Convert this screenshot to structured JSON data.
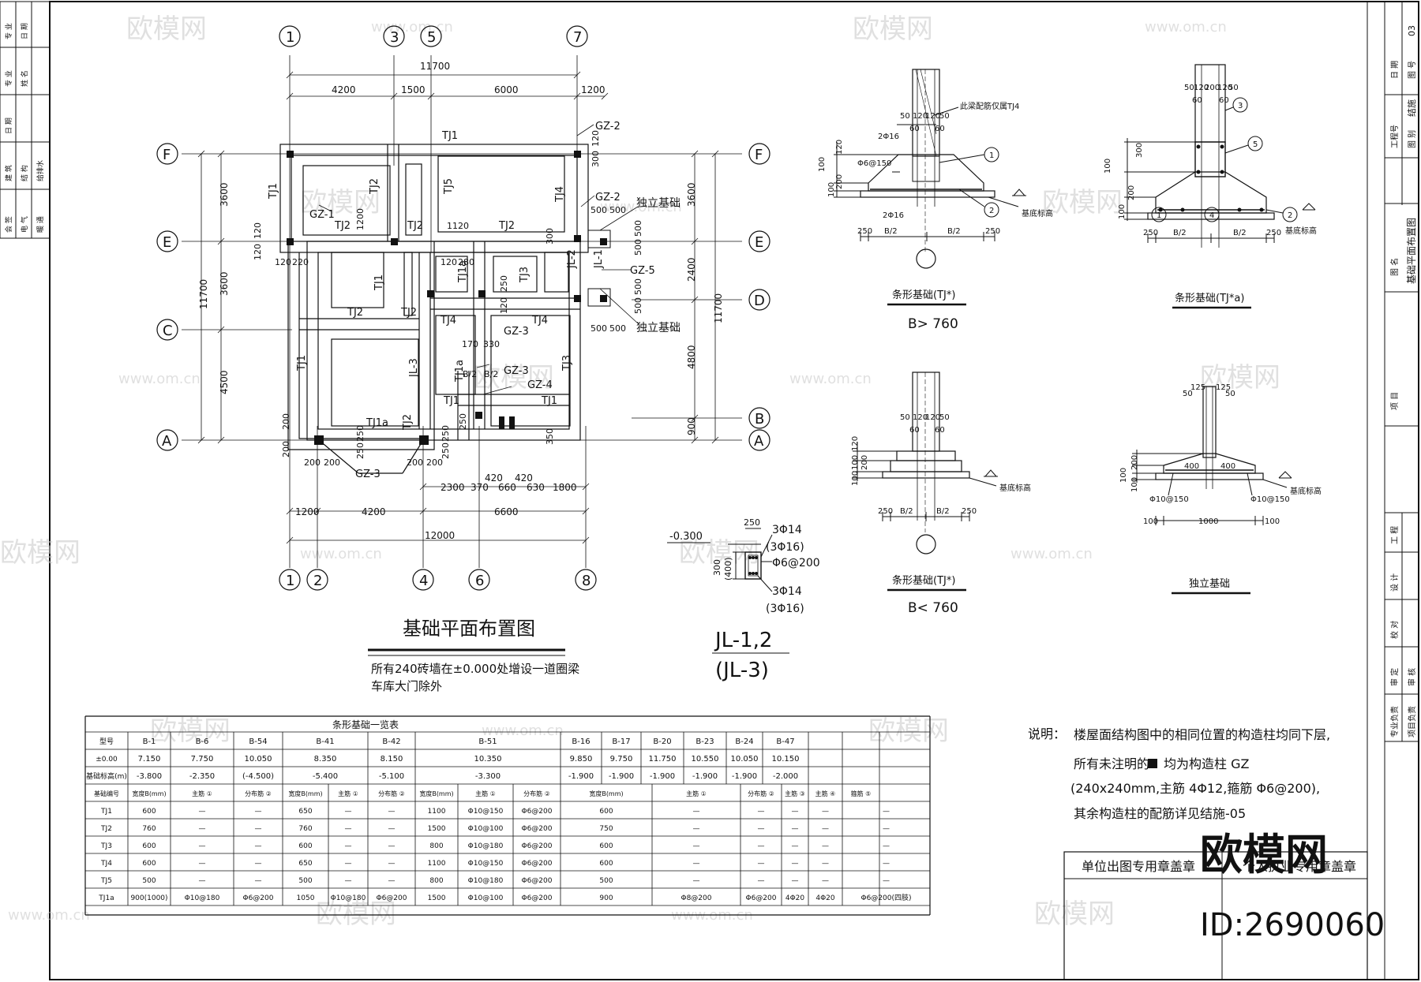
{
  "plan": {
    "title": "基础平面布置图",
    "note1": "所有240砖墙在±0.000处增设一道圈梁",
    "note2": "车库大门除外",
    "axes_top": [
      "1",
      "3",
      "5",
      "7"
    ],
    "axes_bottom": [
      "1",
      "2",
      "4",
      "6",
      "8"
    ],
    "axes_left": [
      "F",
      "E",
      "C",
      "A"
    ],
    "axes_right": [
      "F",
      "E",
      "D",
      "B",
      "A"
    ],
    "dims_top_total": "11700",
    "dims_top": [
      "4200",
      "1500",
      "6000",
      "1200"
    ],
    "dims_left": [
      "3600",
      "3600",
      "4500"
    ],
    "dims_left_total": "11700",
    "dims_right": [
      "3600",
      "2400",
      "4800",
      "900"
    ],
    "dims_right_total": "11700",
    "dims_bottom_1": [
      "2300",
      "370",
      "660",
      "630",
      "1800"
    ],
    "dims_bottom_1b": [
      "420",
      "420"
    ],
    "dims_bottom_2": [
      "1200",
      "4200",
      "6600"
    ],
    "dims_bottom_total": "12000",
    "small_dims": [
      "120",
      "120",
      "120",
      "220",
      "1200",
      "1120",
      "120",
      "280",
      "250",
      "300",
      "120",
      "170",
      "330",
      "250",
      "350",
      "200",
      "200",
      "200",
      "200",
      "250",
      "250",
      "200",
      "200",
      "300",
      "120",
      "500",
      "500",
      "500",
      "500",
      "500",
      "500",
      "500",
      "500",
      "120",
      "200",
      "200",
      "B/2",
      "B/2"
    ],
    "labels": [
      "TJ1",
      "TJ1",
      "TJ2",
      "TJ5",
      "TJ4",
      "TJ2",
      "TJ2",
      "TJ2",
      "TJ1",
      "TJ2",
      "TJ1a",
      "TJ3",
      "TJ2",
      "TJ4",
      "TJ4",
      "TJ1a",
      "TJ1",
      "TJ1",
      "TJ3",
      "TJ1a",
      "TJ2",
      "TJ1",
      "JL-3",
      "JL-2",
      "JL-1",
      "GZ-1",
      "GZ-2",
      "GZ-2",
      "GZ-5",
      "GZ-3",
      "GZ-3",
      "GZ-4",
      "GZ-3",
      "GZ-3"
    ],
    "independent_foundation": "独立基础"
  },
  "section_jl": {
    "elev": "-0.300",
    "w": "250",
    "h1": "300",
    "h2": "(400)",
    "r1": "3Φ14",
    "r1b": "(3Φ16)",
    "stirrup": "Φ6@200",
    "r2": "3Φ14",
    "r2b": "(3Φ16)",
    "title1": "JL-1,2",
    "title2": "(JL-3)"
  },
  "details": {
    "d1": {
      "title": "条形基础(TJ*)",
      "cond": "B> 760",
      "bars": [
        "50",
        "120",
        "120",
        "50",
        "60",
        "60"
      ],
      "note": "此梁配筋仅属TJ4",
      "r1": "2Φ16",
      "r2": "Φ6@150",
      "r3": "2Φ16",
      "lv": [
        "120",
        "100",
        "100",
        "200",
        "100"
      ],
      "base": "基底标高",
      "circ": [
        "1",
        "2"
      ]
    },
    "d2": {
      "title": "条形基础(TJ*a)",
      "bars": [
        "50",
        "120",
        "200",
        "120",
        "50"
      ],
      "b60": [
        "60",
        "60"
      ],
      "lv": [
        "300",
        "100",
        "100",
        "200",
        "100"
      ],
      "base": "基底标高",
      "circ": [
        "3",
        "5",
        "1",
        "4",
        "2"
      ]
    },
    "d3": {
      "title": "条形基础(TJ*)",
      "cond": "B< 760",
      "bars": [
        "50",
        "120",
        "120",
        "50",
        "60",
        "60"
      ],
      "lv": [
        "120",
        "100",
        "200",
        "100"
      ],
      "base": "基底标高"
    },
    "d4": {
      "title": "独立基础",
      "bars": [
        "125",
        "125",
        "50",
        "50",
        "400",
        "400"
      ],
      "lv": [
        "100",
        "200",
        "100"
      ],
      "base": "基底标高",
      "r1": "Φ10@150",
      "r2": "Φ10@150",
      "bot": [
        "100",
        "1000",
        "100"
      ]
    },
    "half": "B/2"
  },
  "notes": {
    "label": "说明：",
    "l1": "楼屋面结构图中的相同位置的构造柱均同下层,",
    "l2a": "所有未注明的",
    "l2b": "均为构造柱 GZ",
    "l3": "(240x240mm,主筋 4Φ12,箍筋 Φ6@200),",
    "l4": "其余构造柱的配筋详见结施-05"
  },
  "stamp": {
    "s1": "单位出图专用章盖章",
    "s2": "个人执业专用章盖章"
  },
  "table": {
    "title": "条形基础一览表",
    "r1_head": "型号",
    "r1": [
      "B-1",
      "B-6",
      "B-54",
      "B-41",
      "B-42",
      "B-51",
      "B-16",
      "B-17",
      "B-20",
      "B-23",
      "B-24",
      "B-47"
    ],
    "r2_head": "±0.00",
    "r2": [
      "7.150",
      "7.750",
      "10.050",
      "8.350",
      "8.150",
      "10.350",
      "9.850",
      "9.750",
      "11.750",
      "10.550",
      "10.050",
      "10.150"
    ],
    "r3_head": "基础标高(m)",
    "r3": [
      "-3.800",
      "-2.350",
      "(-4.500)",
      "-5.400",
      "-5.100",
      "-3.300",
      "-1.900",
      "-1.900",
      "-1.900",
      "-1.900",
      "-1.900",
      "-2.000"
    ],
    "r4_head": "基础编号",
    "r4": [
      "宽度B(mm)",
      "主筋 ①",
      "分布筋 ②",
      "宽度B(mm)",
      "主筋 ①",
      "分布筋 ②",
      "宽度B(mm)",
      "主筋 ①",
      "分布筋 ②",
      "宽度B(mm)",
      "主筋 ①",
      "分布筋 ②",
      "主筋 ③",
      "主筋 ④",
      "箍筋 ⑤"
    ],
    "rows": [
      [
        "TJ1",
        "600",
        "—",
        "—",
        "650",
        "—",
        "—",
        "1100",
        "Φ10@150",
        "Φ6@200",
        "600",
        "—",
        "—",
        "—",
        "—",
        "—"
      ],
      [
        "TJ2",
        "760",
        "—",
        "—",
        "760",
        "—",
        "—",
        "1500",
        "Φ10@100",
        "Φ6@200",
        "750",
        "—",
        "—",
        "—",
        "—",
        "—"
      ],
      [
        "TJ3",
        "600",
        "—",
        "—",
        "600",
        "—",
        "—",
        "800",
        "Φ10@180",
        "Φ6@200",
        "600",
        "—",
        "—",
        "—",
        "—",
        "—"
      ],
      [
        "TJ4",
        "600",
        "—",
        "—",
        "650",
        "—",
        "—",
        "1100",
        "Φ10@150",
        "Φ6@200",
        "600",
        "—",
        "—",
        "—",
        "—",
        "—"
      ],
      [
        "TJ5",
        "500",
        "—",
        "—",
        "500",
        "—",
        "—",
        "800",
        "Φ10@180",
        "Φ6@200",
        "500",
        "—",
        "—",
        "—",
        "—",
        "—"
      ],
      [
        "TJ1a",
        "900(1000)",
        "Φ10@180",
        "Φ6@200",
        "1050",
        "Φ10@180",
        "Φ6@200",
        "1500",
        "Φ10@100",
        "Φ6@200",
        "900",
        "Φ8@200",
        "Φ6@200",
        "4Φ20",
        "4Φ20",
        "Φ6@200(四肢)"
      ]
    ]
  },
  "titleblock": {
    "drawing_name": "基础平面布置图",
    "sheet_no": "03",
    "discipline": "结施",
    "fields": [
      "日 期",
      "图 号",
      "工程号",
      "图 别",
      "图 名",
      "项 目",
      "工 程",
      "设 计",
      "校 对",
      "审 定",
      "审 核",
      "专业负责",
      "项目负责"
    ]
  },
  "left_margin": [
    "专 业",
    "会 签",
    "建 筑",
    "结 构",
    "给排水",
    "电 气",
    "暖 通",
    "专 业",
    "姓 名",
    "日 期"
  ],
  "watermark": {
    "brand": "欧模网",
    "site": "www.om.cn",
    "id": "ID:2690060"
  }
}
